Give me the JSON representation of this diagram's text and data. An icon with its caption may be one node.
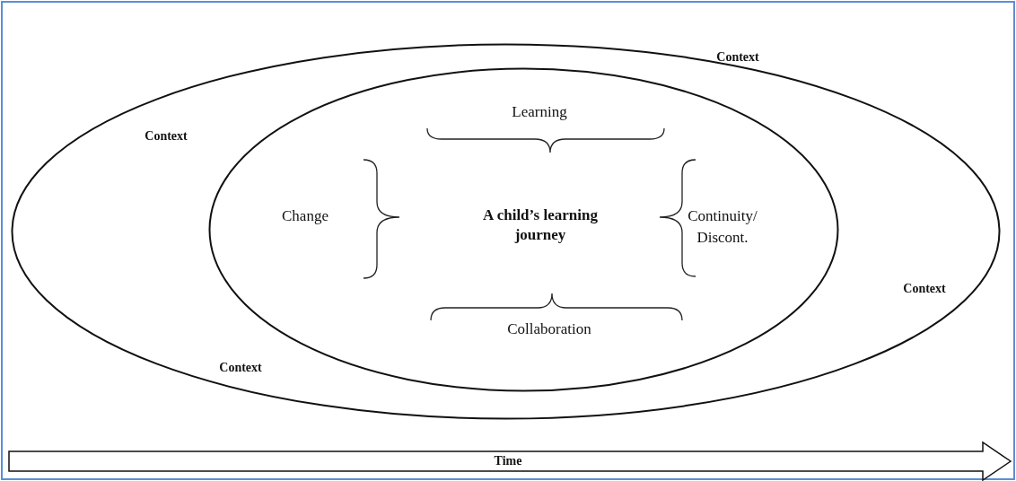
{
  "diagram": {
    "nodes": [
      {
        "text": [
          "Context",
          "Context",
          "Context",
          "Context"
        ]
      },
      {
        "text": [
          "Learning",
          "Change",
          "A child’s learning journey",
          "Continuity/ Discont.",
          "Collaboration"
        ],
        "in": 0
      }
    ],
    "labels": [
      "Time"
    ]
  }
}
